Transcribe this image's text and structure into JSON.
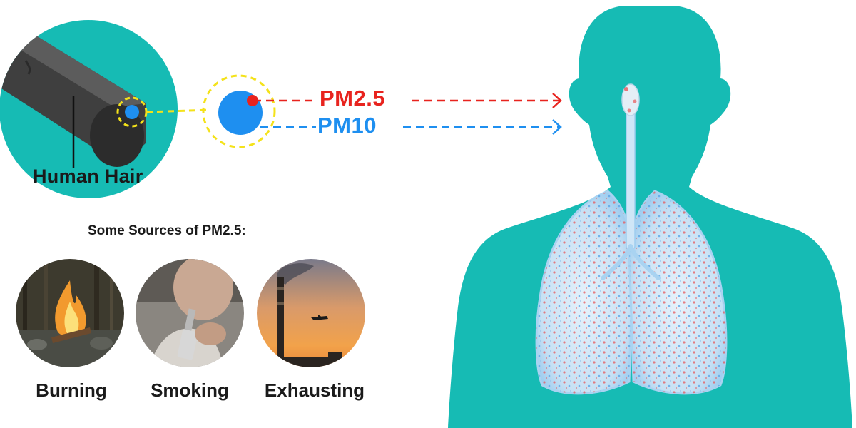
{
  "colors": {
    "teal": "#16bbb4",
    "pm25_red": "#e8231e",
    "pm10_blue": "#1e8ff0",
    "highlight_yellow": "#f4e21a",
    "hair_dark": "#3a3a3a"
  },
  "hair": {
    "label": "Human Hair"
  },
  "particles": {
    "pm25_label": "PM2.5",
    "pm10_label": "PM10"
  },
  "sources": {
    "heading": "Some Sources of PM2.5:",
    "items": [
      {
        "label": "Burning",
        "icon": "campfire"
      },
      {
        "label": "Smoking",
        "icon": "lighter"
      },
      {
        "label": "Exhausting",
        "icon": "smokestack"
      }
    ]
  },
  "body": {
    "icon": "human-silhouette-with-lungs"
  }
}
